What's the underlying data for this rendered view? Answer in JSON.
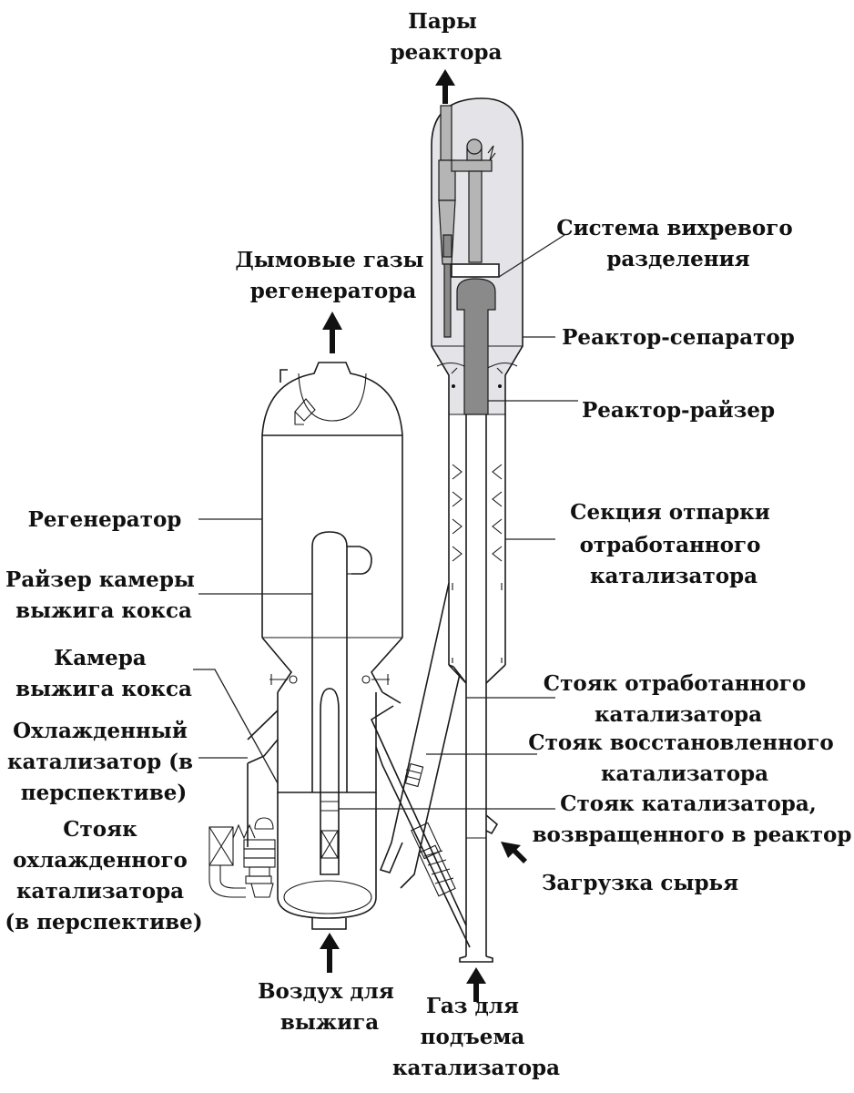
{
  "labels": {
    "reactor_vapors": [
      "Пары",
      "реактора"
    ],
    "flue_gas": [
      "Дымовые газы",
      "регенератора"
    ],
    "cyclone_system": [
      "Система вихревого",
      "разделения"
    ],
    "reactor_separator": [
      "Реактор-сепаратор"
    ],
    "reactor_riser": [
      "Реактор-райзер"
    ],
    "stripping_section": [
      "Секция отпарки",
      "отработанного",
      "катализатора"
    ],
    "regenerator": [
      "Регенератор"
    ],
    "burner_riser": [
      "Райзер камеры",
      "выжига кокса"
    ],
    "burner_chamber": [
      "Камера",
      "выжига кокса"
    ],
    "cooled_catalyst": [
      "Охлажденный",
      "катализатор (в",
      "перспективе)"
    ],
    "cooled_standpipe": [
      "Стояк",
      "охлажденного",
      "катализатора",
      "(в перспективе)"
    ],
    "spent_standpipe": [
      "Стояк отработанного",
      "катализатора"
    ],
    "regen_standpipe": [
      "Стояк восстановленного",
      "катализатора"
    ],
    "return_standpipe": [
      "Стояк катализатора,",
      "возвращенного в реактор"
    ],
    "feed": [
      "Загрузка сырья"
    ],
    "burn_air": [
      "Воздух для",
      "выжига"
    ],
    "lift_gas": [
      "Газ для",
      "подъема",
      "катализатора"
    ]
  }
}
